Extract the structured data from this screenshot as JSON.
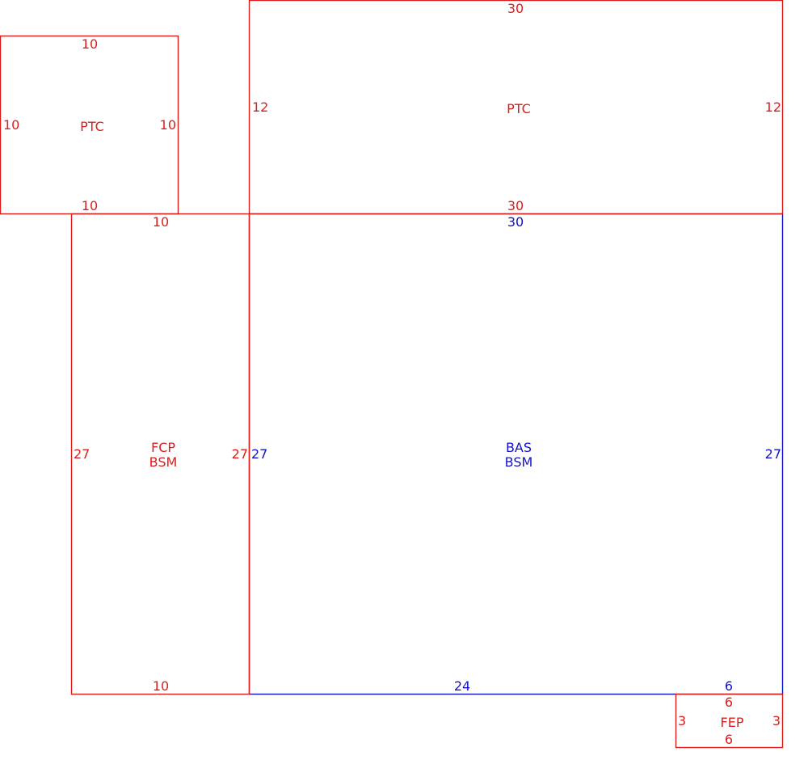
{
  "colors": {
    "red": "#dd1c1c",
    "blue": "#1212cc"
  },
  "areas": [
    {
      "id": "ptc-small",
      "color": "red",
      "label_lines": [
        "PTC"
      ],
      "dims": {
        "top": "10",
        "bottom": "10",
        "left": "10",
        "right": "10"
      }
    },
    {
      "id": "ptc-large",
      "color": "red",
      "label_lines": [
        "PTC"
      ],
      "dims": {
        "top": "30",
        "bottom": "30",
        "left": "12",
        "right": "12"
      }
    },
    {
      "id": "fcp-bsm",
      "color": "red",
      "label_lines": [
        "FCP",
        "BSM"
      ],
      "dims": {
        "top": "10",
        "bottom": "10",
        "left": "27",
        "right": "27"
      }
    },
    {
      "id": "bas-bsm",
      "color": "blue",
      "label_lines": [
        "BAS",
        "BSM"
      ],
      "dims": {
        "top": "30",
        "bottom_a": "24",
        "bottom_b": "6",
        "left": "27",
        "right": "27"
      }
    },
    {
      "id": "fep",
      "color": "red",
      "label_lines": [
        "FEP"
      ],
      "dims": {
        "top": "6",
        "bottom": "6",
        "left": "3",
        "right": "3"
      }
    }
  ]
}
